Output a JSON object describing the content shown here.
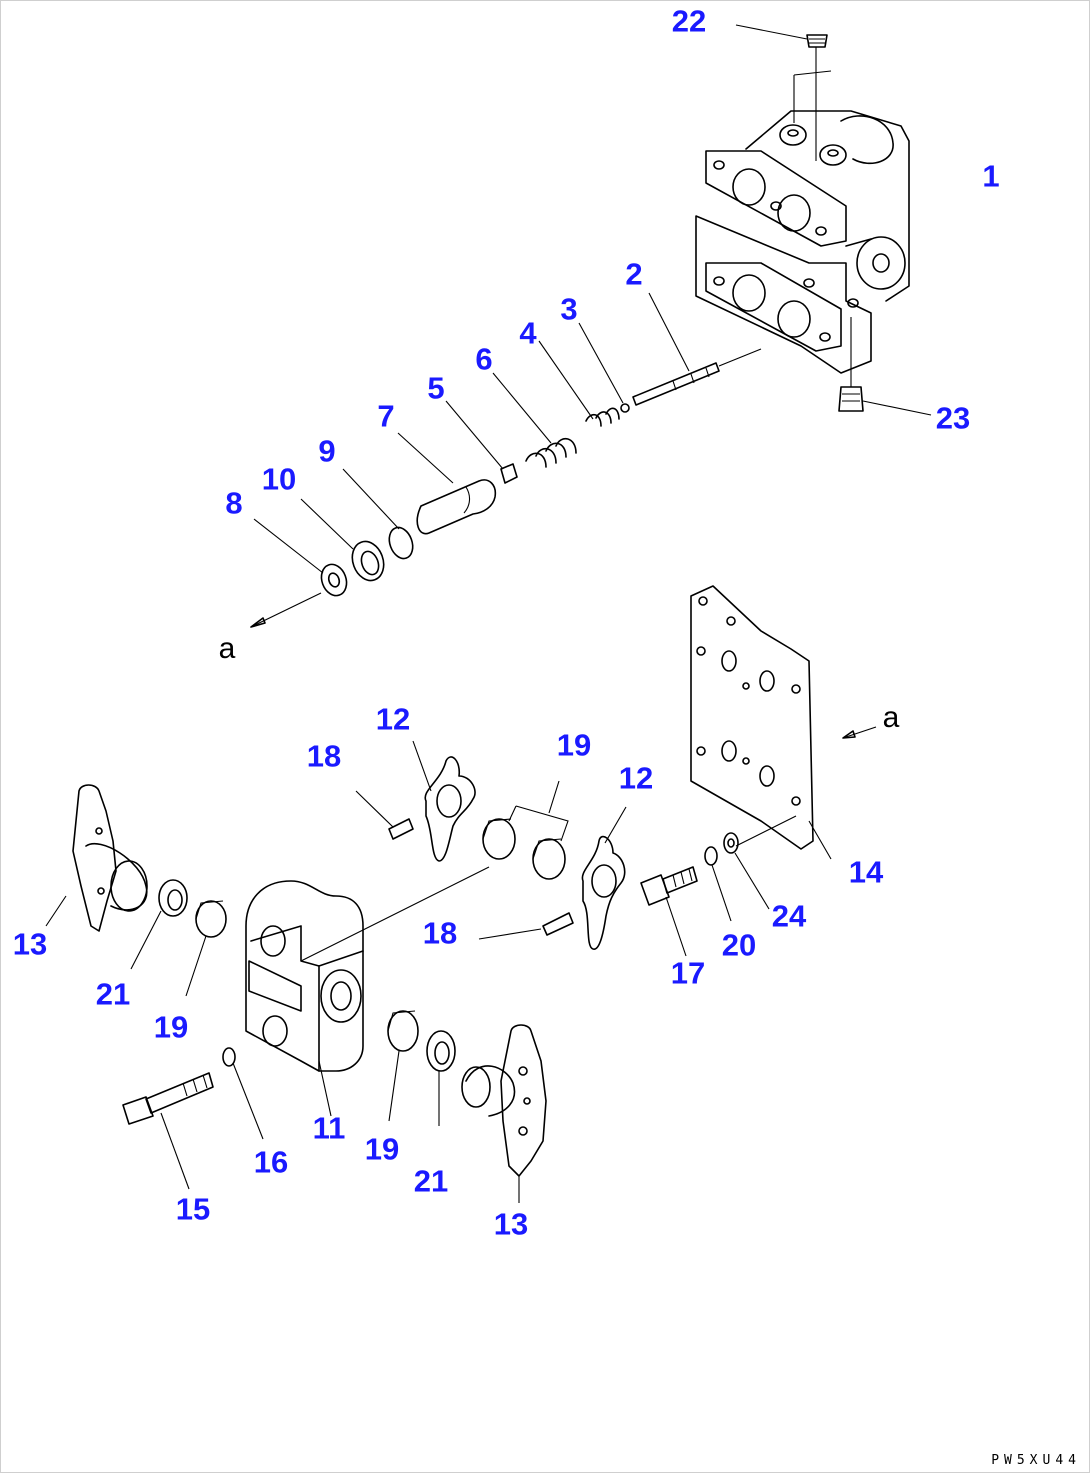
{
  "diagram": {
    "drawing_code": "PW5XU44",
    "ref_marks": [
      {
        "id": "a-top",
        "text": "a"
      },
      {
        "id": "a-right",
        "text": "a"
      }
    ],
    "part_labels": [
      {
        "id": "p22",
        "text": "22"
      },
      {
        "id": "p1",
        "text": "1"
      },
      {
        "id": "p2",
        "text": "2"
      },
      {
        "id": "p3",
        "text": "3"
      },
      {
        "id": "p4",
        "text": "4"
      },
      {
        "id": "p6",
        "text": "6"
      },
      {
        "id": "p5",
        "text": "5"
      },
      {
        "id": "p7",
        "text": "7"
      },
      {
        "id": "p9",
        "text": "9"
      },
      {
        "id": "p10",
        "text": "10"
      },
      {
        "id": "p8",
        "text": "8"
      },
      {
        "id": "p23",
        "text": "23"
      },
      {
        "id": "p12a",
        "text": "12"
      },
      {
        "id": "p18a",
        "text": "18"
      },
      {
        "id": "p19a",
        "text": "19"
      },
      {
        "id": "p12b",
        "text": "12"
      },
      {
        "id": "p14",
        "text": "14"
      },
      {
        "id": "p13a",
        "text": "13"
      },
      {
        "id": "p18b",
        "text": "18"
      },
      {
        "id": "p24",
        "text": "24"
      },
      {
        "id": "p20",
        "text": "20"
      },
      {
        "id": "p17",
        "text": "17"
      },
      {
        "id": "p21a",
        "text": "21"
      },
      {
        "id": "p19b",
        "text": "19"
      },
      {
        "id": "p11",
        "text": "11"
      },
      {
        "id": "p19c",
        "text": "19"
      },
      {
        "id": "p16",
        "text": "16"
      },
      {
        "id": "p21b",
        "text": "21"
      },
      {
        "id": "p15",
        "text": "15"
      },
      {
        "id": "p13b",
        "text": "13"
      }
    ]
  },
  "colors": {
    "label": "#1a1aff",
    "ink": "#000000",
    "background": "#ffffff"
  }
}
